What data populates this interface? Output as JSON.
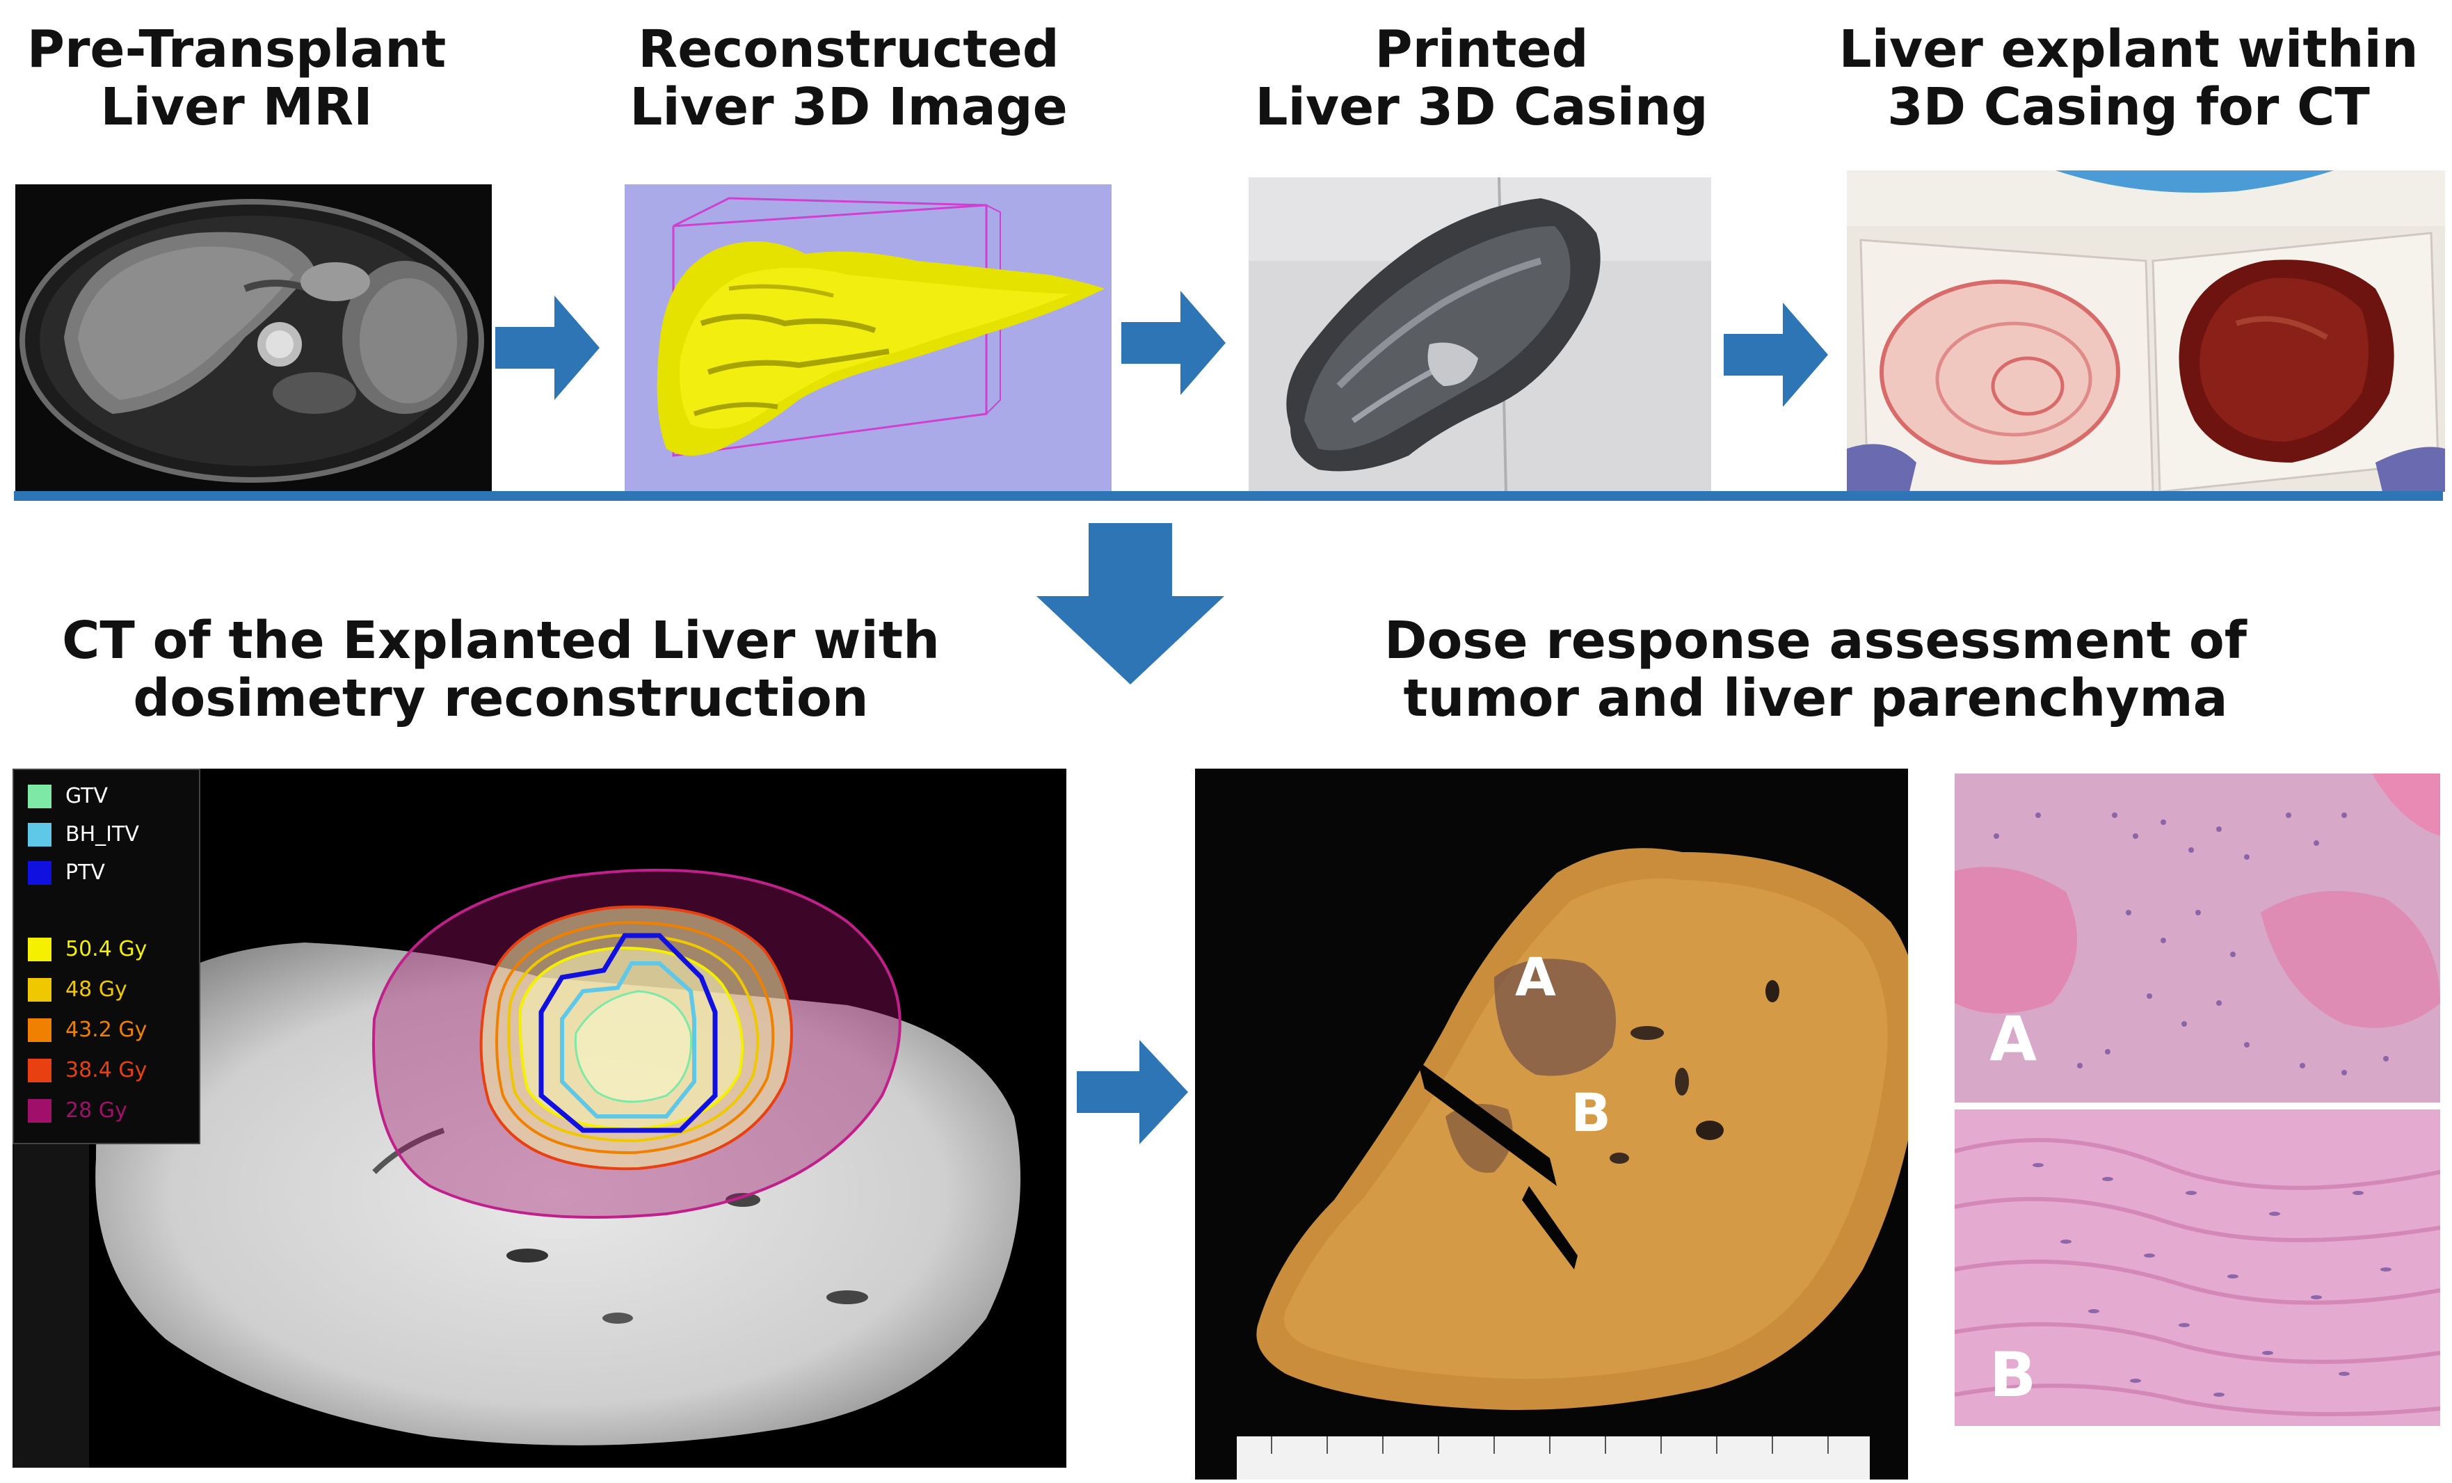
{
  "top_steps": [
    {
      "title_line1": "Pre-Transplant",
      "title_line2": "Liver MRI"
    },
    {
      "title_line1": "Reconstructed",
      "title_line2": "Liver 3D Image"
    },
    {
      "title_line1": "Printed",
      "title_line2": "Liver 3D Casing"
    },
    {
      "title_line1": "Liver explant within",
      "title_line2": "3D Casing for CT"
    }
  ],
  "bottom_left": {
    "title_line1": "CT of the Explanted Liver with",
    "title_line2": "dosimetry reconstruction",
    "legend_structures": [
      {
        "label": "GTV",
        "color": "#7ee8a6"
      },
      {
        "label": "BH_ITV",
        "color": "#5fc8e8"
      },
      {
        "label": "PTV",
        "color": "#1010e0"
      }
    ],
    "legend_doses": [
      {
        "label": "50.4 Gy",
        "color": "#f4f000"
      },
      {
        "label": "48 Gy",
        "color": "#f0c800"
      },
      {
        "label": "43.2 Gy",
        "color": "#f08000"
      },
      {
        "label": "38.4 Gy",
        "color": "#e84010"
      },
      {
        "label": "28 Gy",
        "color": "#a0106a"
      }
    ]
  },
  "bottom_right": {
    "title_line1": "Dose response assessment of",
    "title_line2": "tumor and liver parenchyma",
    "specimen_label_a": "A",
    "specimen_label_b": "B",
    "histology_label_a": "A",
    "histology_label_b": "B"
  },
  "colors": {
    "arrow": "#2e75b6",
    "divider": "#2e75b6"
  }
}
